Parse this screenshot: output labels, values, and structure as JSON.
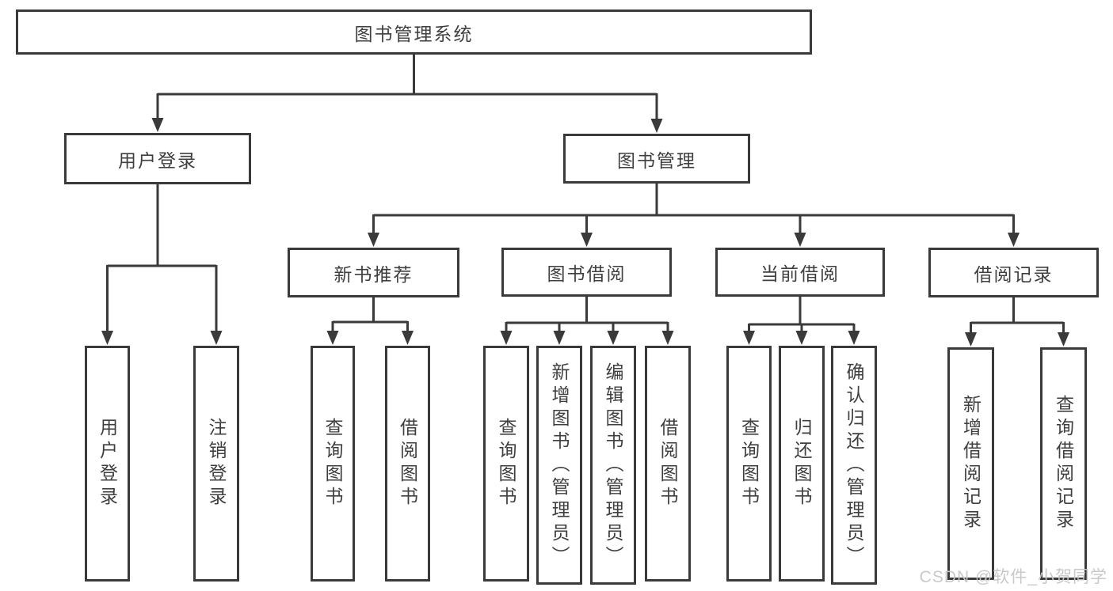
{
  "diagram": {
    "watermark": "CSDN @软件_小贺同学",
    "colors": {
      "line": "#3a3a3a",
      "text": "#3f3f3f",
      "watermark": "#c6c6c6",
      "background": "#ffffff"
    },
    "nodes": [
      {
        "id": "root",
        "label": "图书管理系统",
        "parent": null
      },
      {
        "id": "user-login",
        "label": "用户登录",
        "parent": "root"
      },
      {
        "id": "book-mgmt",
        "label": "图书管理",
        "parent": "root"
      },
      {
        "id": "new-book-rec",
        "label": "新书推荐",
        "parent": "book-mgmt"
      },
      {
        "id": "book-borrow",
        "label": "图书借阅",
        "parent": "book-mgmt"
      },
      {
        "id": "current-borrow",
        "label": "当前借阅",
        "parent": "book-mgmt"
      },
      {
        "id": "borrow-records",
        "label": "借阅记录",
        "parent": "book-mgmt"
      },
      {
        "id": "leaf-user-login",
        "label": "用户登录",
        "parent": "user-login"
      },
      {
        "id": "leaf-logout",
        "label": "注销登录",
        "parent": "user-login"
      },
      {
        "id": "leaf-query-book-1",
        "label": "查询图书",
        "parent": "new-book-rec"
      },
      {
        "id": "leaf-borrow-book-1",
        "label": "借阅图书",
        "parent": "new-book-rec"
      },
      {
        "id": "leaf-query-book-2",
        "label": "查询图书",
        "parent": "book-borrow"
      },
      {
        "id": "leaf-add-book",
        "label": "新增图书（管理员）",
        "parent": "book-borrow"
      },
      {
        "id": "leaf-edit-book",
        "label": "编辑图书（管理员）",
        "parent": "book-borrow"
      },
      {
        "id": "leaf-borrow-book-2",
        "label": "借阅图书",
        "parent": "book-borrow"
      },
      {
        "id": "leaf-query-book-3",
        "label": "查询图书",
        "parent": "current-borrow"
      },
      {
        "id": "leaf-return-book",
        "label": "归还图书",
        "parent": "current-borrow"
      },
      {
        "id": "leaf-confirm-return",
        "label": "确认归还（管理员）",
        "parent": "current-borrow"
      },
      {
        "id": "leaf-add-borrow-record",
        "label": "新增借阅记录",
        "parent": "borrow-records"
      },
      {
        "id": "leaf-query-borrow-record",
        "label": "查询借阅记录",
        "parent": "borrow-records"
      }
    ]
  }
}
